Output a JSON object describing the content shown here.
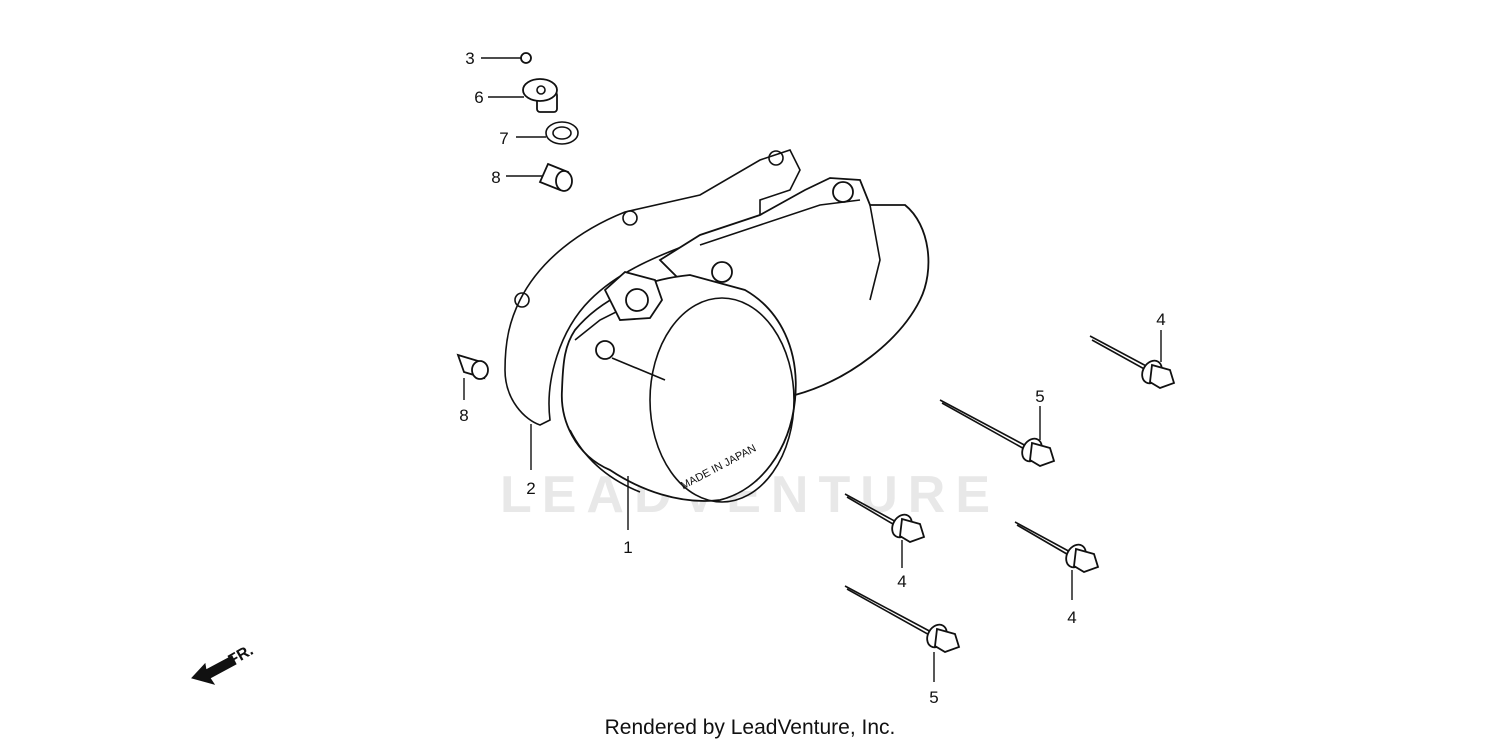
{
  "diagram": {
    "cover_stamp": "MADE IN JAPAN",
    "watermark": "LEADVENTURE",
    "direction_label": "FR.",
    "callouts": [
      {
        "id": "c1",
        "label": "1"
      },
      {
        "id": "c2",
        "label": "2"
      },
      {
        "id": "c3",
        "label": "3"
      },
      {
        "id": "c4a",
        "label": "4"
      },
      {
        "id": "c4b",
        "label": "4"
      },
      {
        "id": "c4c",
        "label": "4"
      },
      {
        "id": "c5a",
        "label": "5"
      },
      {
        "id": "c5b",
        "label": "5"
      },
      {
        "id": "c6",
        "label": "6"
      },
      {
        "id": "c7",
        "label": "7"
      },
      {
        "id": "c8a",
        "label": "8"
      },
      {
        "id": "c8b",
        "label": "8"
      }
    ]
  },
  "footer": {
    "text": "Rendered by LeadVenture, Inc."
  },
  "colors": {
    "ink": "#111111",
    "watermark": "#d8d8d8",
    "background": "#ffffff"
  }
}
